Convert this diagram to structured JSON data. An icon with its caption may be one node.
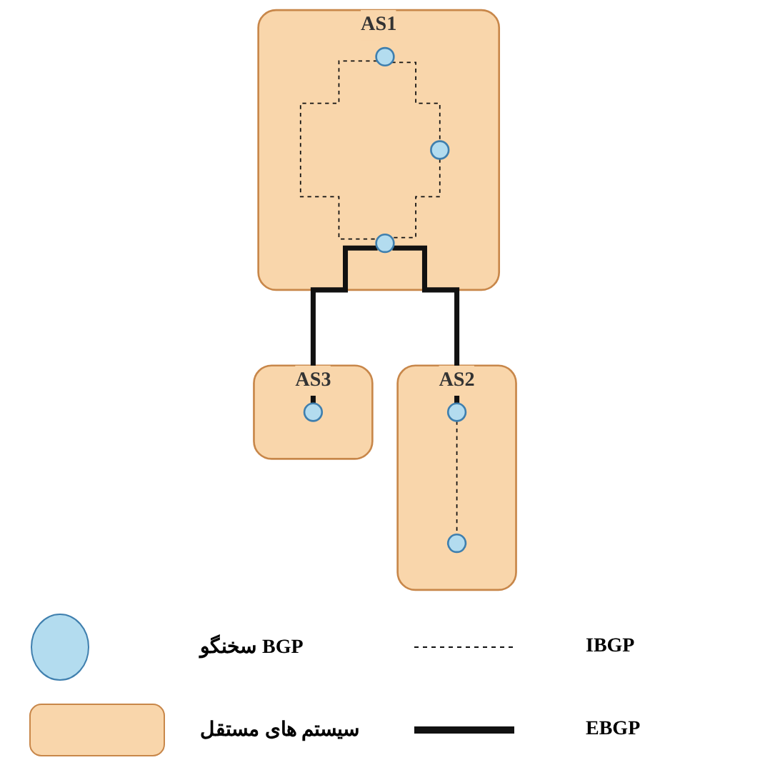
{
  "diagram": {
    "nodes": [
      {
        "text": [
          "AS1"
        ]
      },
      {
        "text": [],
        "shape": "circle",
        "in": 0
      },
      {
        "text": [],
        "shape": "circle",
        "in": 0
      },
      {
        "text": [],
        "shape": "circle",
        "in": 0
      },
      {
        "text": [
          "AS2"
        ]
      },
      {
        "text": [],
        "shape": "circle",
        "in": 4
      },
      {
        "text": [],
        "shape": "circle",
        "in": 4
      },
      {
        "text": [
          "AS3"
        ]
      },
      {
        "text": [],
        "shape": "circle",
        "in": 7
      }
    ],
    "edges": [
      {
        "from": 1,
        "to": 2,
        "arrow": "none",
        "style": "dashed"
      },
      {
        "from": 1,
        "to": 3,
        "arrow": "none",
        "style": "dashed"
      },
      {
        "from": 2,
        "to": 3,
        "arrow": "none",
        "style": "dashed"
      },
      {
        "from": 3,
        "to": 8,
        "arrow": "none",
        "style": "thick"
      },
      {
        "from": 3,
        "to": 5,
        "arrow": "none",
        "style": "thick"
      },
      {
        "from": 5,
        "to": 6,
        "arrow": "none",
        "style": "dashed"
      }
    ],
    "legend": [
      {
        "text": "سخنگو BGP",
        "color": "#b3dcef"
      },
      {
        "text": "IBGP"
      },
      {
        "text": "سیستم های مستقل",
        "color": "#f9d6ab"
      },
      {
        "text": "EBGP"
      }
    ]
  }
}
